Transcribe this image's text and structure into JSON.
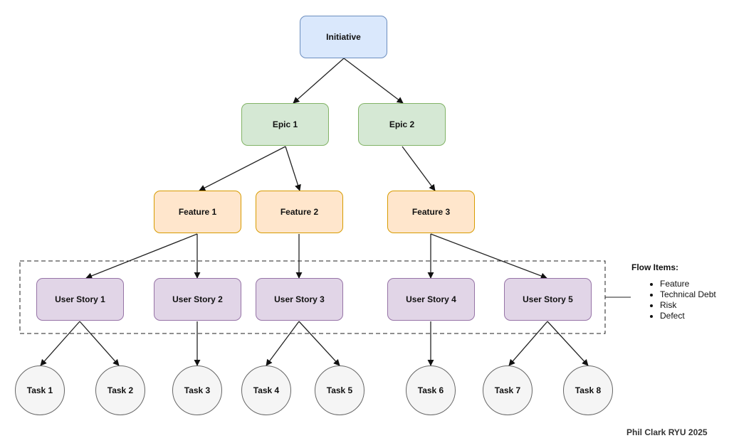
{
  "initiative": {
    "label": "Initiative"
  },
  "epics": [
    {
      "label": "Epic 1"
    },
    {
      "label": "Epic 2"
    }
  ],
  "features": [
    {
      "label": "Feature 1"
    },
    {
      "label": "Feature 2"
    },
    {
      "label": "Feature 3"
    }
  ],
  "stories": [
    {
      "label": "User Story 1"
    },
    {
      "label": "User Story 2"
    },
    {
      "label": "User Story 3"
    },
    {
      "label": "User Story 4"
    },
    {
      "label": "User Story 5"
    }
  ],
  "tasks": [
    {
      "label": "Task 1"
    },
    {
      "label": "Task 2"
    },
    {
      "label": "Task 3"
    },
    {
      "label": "Task 4"
    },
    {
      "label": "Task 5"
    },
    {
      "label": "Task 6"
    },
    {
      "label": "Task 7"
    },
    {
      "label": "Task 8"
    }
  ],
  "legend": {
    "title": "Flow Items:",
    "items": [
      "Feature",
      "Technical Debt",
      "Risk",
      "Defect"
    ]
  },
  "footer": {
    "credit": "Phil Clark RYU 2025"
  },
  "colors": {
    "initiative_fill": "#dae8fc",
    "epic_fill": "#d5e8d4",
    "feature_fill": "#ffe6cc",
    "story_fill": "#e1d5e7",
    "task_fill": "#f5f5f5"
  }
}
